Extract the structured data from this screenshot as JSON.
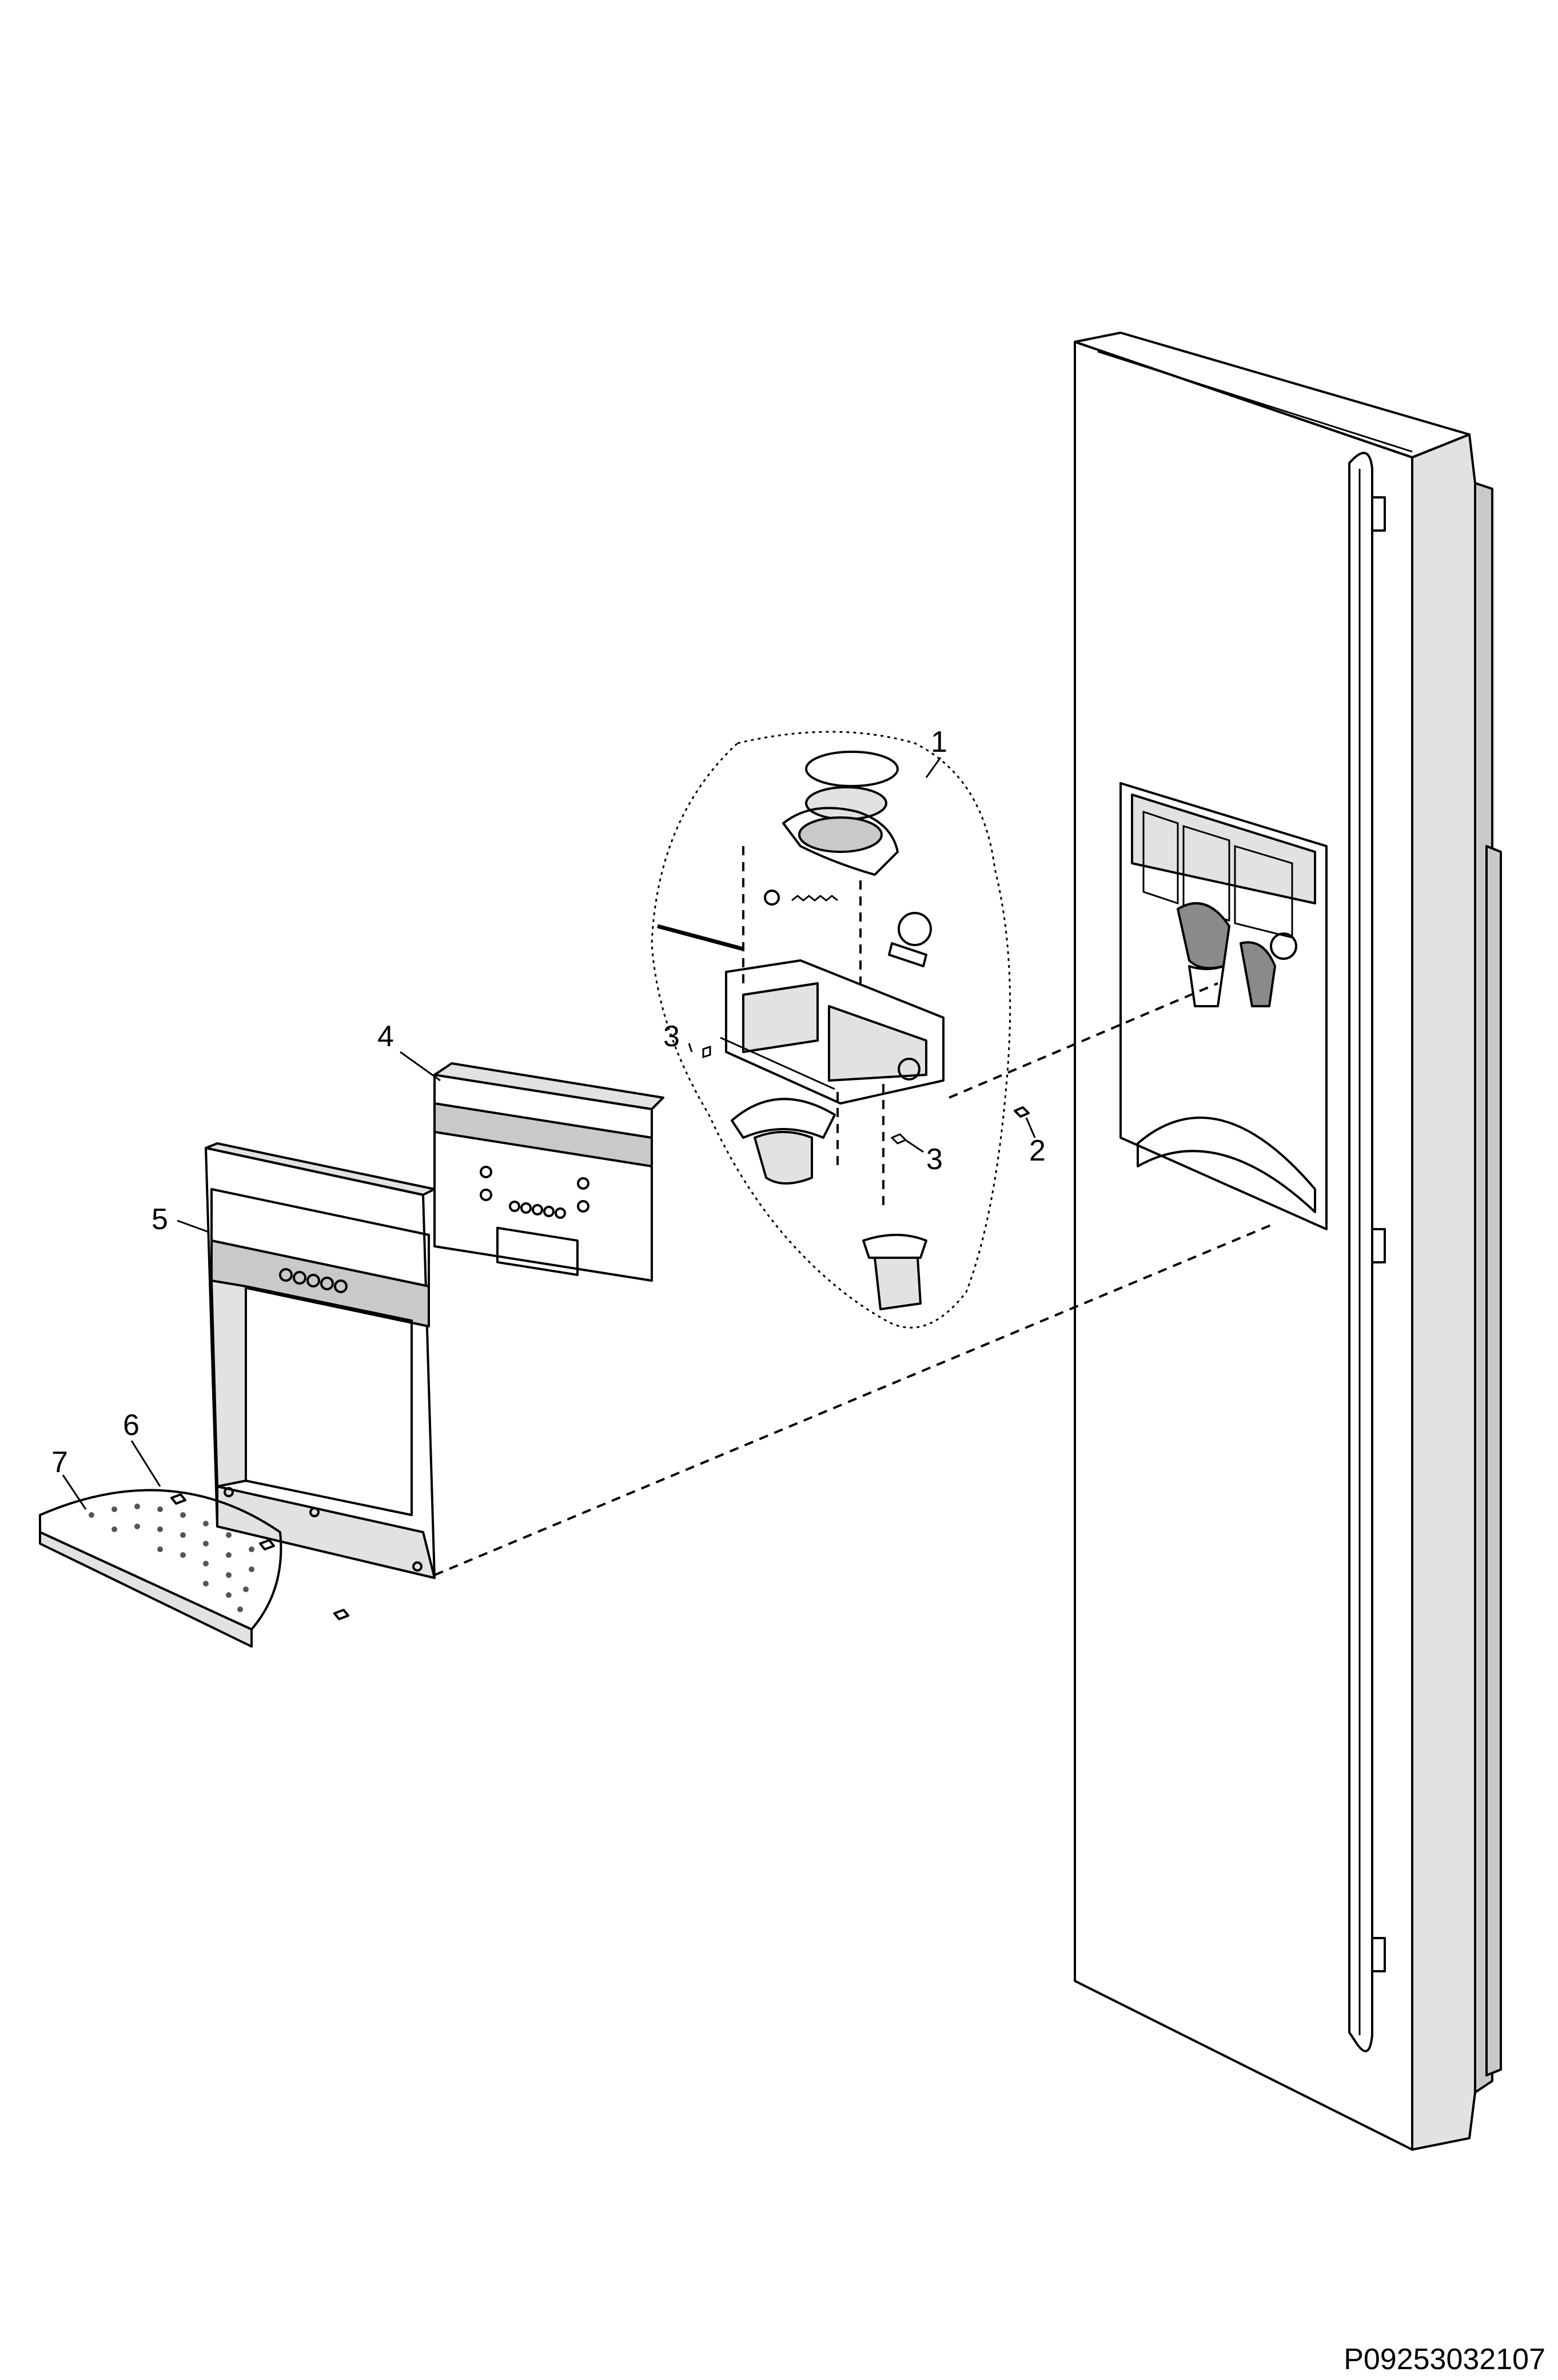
{
  "callouts": {
    "c1": "1",
    "c2": "2",
    "c3a": "3",
    "c3b": "3",
    "c4": "4",
    "c5": "5",
    "c6": "6",
    "c7": "7"
  },
  "document_code": "P09253032107",
  "icons": {
    "door": "refrigerator-door",
    "dispenser": "dispenser-housing",
    "panel": "control-panel",
    "cover": "dispenser-cover",
    "tray": "drip-tray",
    "screw": "screw"
  }
}
